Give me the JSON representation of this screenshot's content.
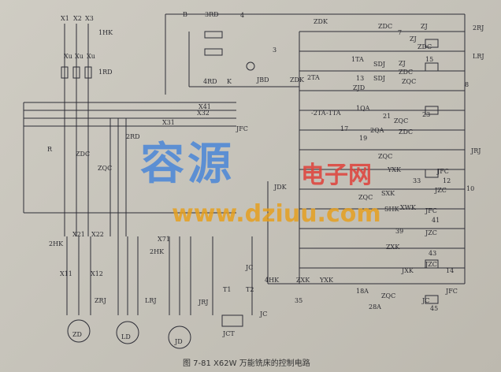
{
  "caption": "图 7-81   X62W 万能铣床的控制电路",
  "watermark": {
    "main": "容源",
    "sub": "电子网",
    "url": "www.dziuu.com"
  },
  "labels": [
    "X1",
    "X2",
    "X3",
    "1HK",
    "Xu",
    "Xu",
    "Xu",
    "1RD",
    "B",
    "3RD",
    "4",
    "ZDK",
    "ZDC",
    "ZJ",
    "2RJ",
    "ZDC",
    "ZJ",
    "7",
    "LRJ",
    "3",
    "1TA",
    "SDJ",
    "ZJ",
    "ZDC",
    "15",
    "4RD",
    "K",
    "JBD",
    "ZDK",
    "2TA",
    "13",
    "SDJ",
    "ZQC",
    "ZJD",
    "8",
    "X41",
    "2RD",
    "X31",
    "X32",
    "R",
    "ZDC",
    "ZQC",
    "-2TA",
    "-1TA",
    "1QA",
    "21",
    "ZQC",
    "23",
    "17",
    "2QA",
    "ZDC",
    "19",
    "ZQC",
    "JRJ",
    "JFC",
    "JDK",
    "ZQC",
    "YXK",
    "33",
    "12",
    "JZC",
    "10",
    "SXK",
    "SHK",
    "XWK",
    "JFC",
    "41",
    "39",
    "JZC",
    "X21",
    "X22",
    "2HK",
    "2HK",
    "ZXK",
    "43",
    "JZC",
    "JXK",
    "14",
    "JFC",
    "4HK",
    "ZXK",
    "YXK",
    "18A",
    "ZQC",
    "35",
    "28A",
    "JC",
    "45",
    "X11",
    "X12",
    "ZRJ",
    "LRJ",
    "JRJ",
    "T1",
    "T2",
    "JC",
    "JCT",
    "ZD",
    "LD",
    "JD",
    "JFC",
    "JC",
    "X71"
  ]
}
